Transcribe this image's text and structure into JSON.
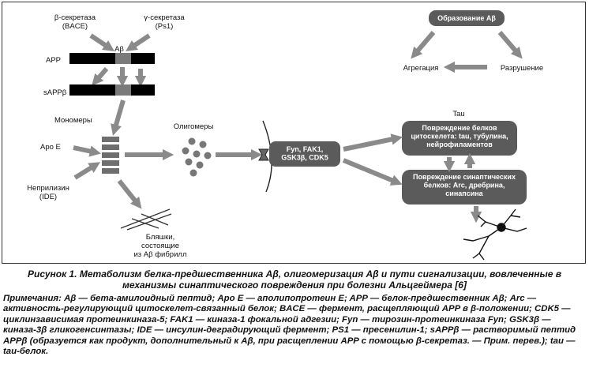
{
  "diagram": {
    "beta_secretase": "β-секретаза\n(BACE)",
    "gamma_secretase": "γ-секретаза\n(Ps1)",
    "abeta_label": "Aβ",
    "app_label": "APP",
    "sappb_label": "sAPPβ",
    "monomers_label": "Мономеры",
    "apoe_label": "Apo E",
    "neprilysin_label": "Неприлизин\n(IDE)",
    "oligomers_label": "Олигомеры",
    "plaques_label": "Бляшки,\nсостоящие\nиз Aβ фибрилл",
    "kinases_label": "Fyn, FAK1,\nGSK3β, CDK5",
    "tau_label": "Tau",
    "cytoskeleton_box": "Повреждение белков\nцитоскелета: tau, тубулина,\nнейрофиламентов",
    "synaptic_box": "Повреждение синаптических\nбелков: Arc, дребрина,\nсинапсина",
    "formation_box": "Образование Aβ",
    "aggregation_label": "Агрегация",
    "degradation_label": "Разрушение",
    "colors": {
      "box_fill": "#5b5b5b",
      "arrow": "#8a8a8a",
      "bar": "#000000",
      "bar_gap": "#7a7a7a"
    }
  },
  "caption": "Рисунок 1. Метаболизм белка-предшественника Aβ, олигомеризация Aβ и пути сигнализации, вовлеченные в механизмы синаптического повреждения при болезни Альцгеймера [6]",
  "notes": "Примечания: Aβ — бета-амилоидный пептид; Apo E — аполипопротеин E; APP — белок-предшественник Aβ; Arc — активность-регулирующий цитоскелет-связанный белок; BACE — фермент, расщепляющий APP в β-положении; CDK5 — циклинзависимая протеинкиназа-5; FAK1 — киназа-1 фокальной адгезии; Fyn — тирозин-протеинкиназа Fyn; GSK3β — киназа-3β гликогенсинтазы; IDE — инсулин-деградирующий фермент; PS1 — пресенилин-1; sAPPβ — растворимый пептид APPβ (образуется как продукт, дополнительный к Aβ, при расщеплении APP с помощью β-секретаз. — Прим. перев.); tau — tau-белок."
}
